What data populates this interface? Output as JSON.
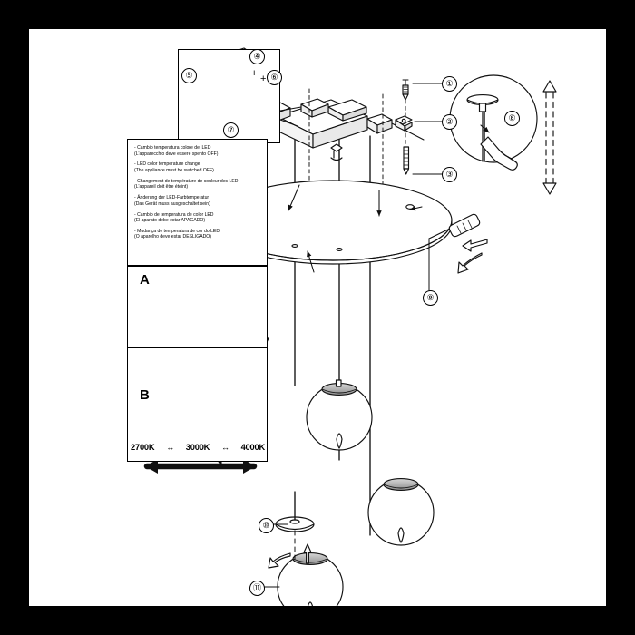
{
  "sheet": {
    "title": "LED pendant lamp assembly instructions",
    "border_color": "#000000",
    "background": "#ffffff",
    "line_color": "#1a1a1a"
  },
  "warning_panel": {
    "languages": [
      {
        "code": "it",
        "line1": "- Cambio temperatura colore dei LED",
        "line2": "(L'apparecchio deve essere spento OFF)"
      },
      {
        "code": "en",
        "line1": "- LED color temperature change",
        "line2": "(The appliance must be switched OFF)"
      },
      {
        "code": "fr",
        "line1": "- Changement de température de couleur des LED",
        "line2": "(L'appareil doit être éteint)"
      },
      {
        "code": "de",
        "line1": "- Änderung der LED-Farbtemperatur",
        "line2": "(Das Gerät muss ausgeschaltet sein)"
      },
      {
        "code": "es",
        "line1": "- Cambio de temperatura de color LED",
        "line2": "(El aparato debe estar APAGADO)"
      },
      {
        "code": "pt",
        "line1": "- Mudança de temperatura de cor do LED",
        "line2": "(O aparelho deve estar DESLIGADO)"
      }
    ]
  },
  "panel_a": {
    "letter": "A",
    "caption": ""
  },
  "panel_b": {
    "letter": "B",
    "caption": ""
  },
  "color_temperature_scale": {
    "values": [
      "2700K",
      "3000K",
      "4000K"
    ],
    "separator": "↔"
  },
  "callouts": [
    {
      "id": "1",
      "label": "①",
      "target": "ceiling-screw"
    },
    {
      "id": "2",
      "label": "②",
      "target": "cable-clamp"
    },
    {
      "id": "3",
      "label": "③",
      "target": "wall-plug-dowel"
    },
    {
      "id": "4",
      "label": "④",
      "target": "terminal-block"
    },
    {
      "id": "5",
      "label": "⑤",
      "target": "screwdriver-small"
    },
    {
      "id": "6",
      "label": "⑥",
      "target": "connector-pin"
    },
    {
      "id": "7",
      "label": "⑦",
      "target": "driver-box"
    },
    {
      "id": "8",
      "label": "⑧",
      "target": "cable-height-adjuster"
    },
    {
      "id": "9",
      "label": "⑨",
      "target": "canopy-release-screwdriver"
    },
    {
      "id": "10",
      "label": "⑩",
      "target": "shade-cover-disc"
    },
    {
      "id": "11",
      "label": "⑪",
      "target": "glass-globe-shade"
    }
  ],
  "inset_plus_signs": [
    "+",
    "+"
  ]
}
